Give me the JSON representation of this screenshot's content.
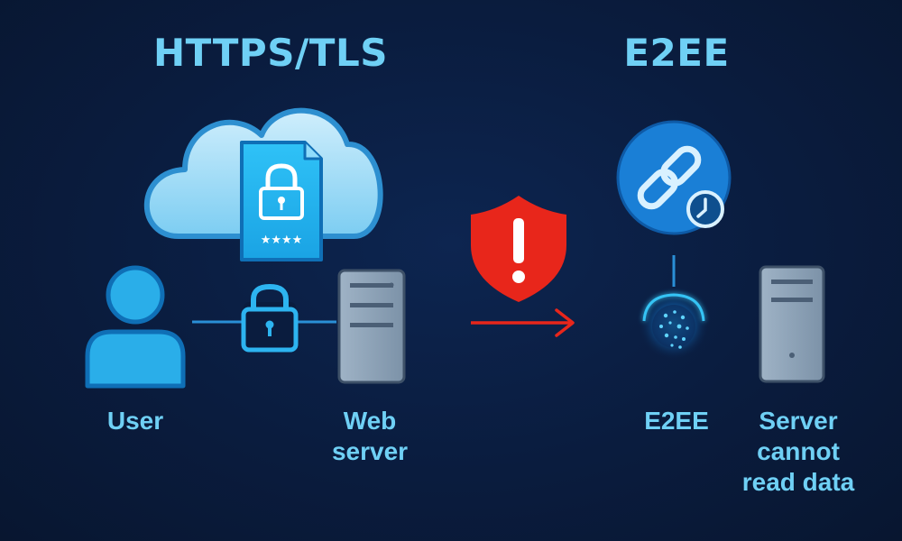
{
  "left_panel": {
    "title": "HTTPS/TLS",
    "user_label": "User",
    "server_label": "Web\nserver",
    "card_stars": "★★★★"
  },
  "right_panel": {
    "title": "E2EE",
    "channel_label": "E2EE",
    "server_label": "Server\ncannot\nread data"
  },
  "colors": {
    "background": "#0a1c3e",
    "title_text": "#6fd0f5",
    "accent_blue": "#29a8e8",
    "warning_red": "#e8261b",
    "server_gray": "#8fa3b6"
  },
  "icons": [
    "cloud-icon",
    "document-lock-icon",
    "user-icon",
    "padlock-icon",
    "server-icon",
    "warning-shield-icon",
    "arrow-right-icon",
    "chain-link-icon",
    "clock-badge-icon",
    "encrypted-node-icon"
  ]
}
